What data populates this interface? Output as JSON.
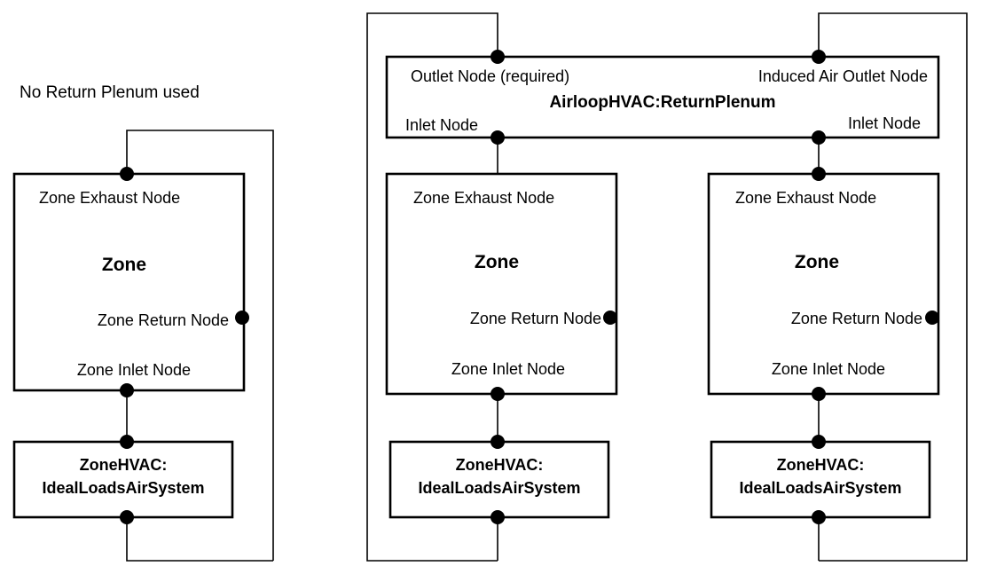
{
  "figure": {
    "title": "",
    "captions": {
      "left_diagram": "No Return Plenum used"
    }
  },
  "left_diagram": {
    "caption": "No Return Plenum used",
    "zone_box": {
      "title": "Zone",
      "ports": {
        "exhaust": "Zone Exhaust Node",
        "return": "Zone Return Node",
        "inlet": "Zone Inlet Node"
      }
    },
    "hvac_box": {
      "line1": "ZoneHVAC:",
      "line2": "IdealLoadsAirSystem"
    }
  },
  "right_diagram": {
    "plenum_box": {
      "title": "AirloopHVAC:ReturnPlenum",
      "ports": {
        "outlet": "Outlet Node (required)",
        "induced_outlet": "Induced Air Outlet Node",
        "inlet_left": "Inlet Node",
        "inlet_right": "Inlet Node"
      }
    },
    "zones": [
      {
        "title": "Zone",
        "ports": {
          "exhaust": "Zone Exhaust Node",
          "return": "Zone Return Node",
          "inlet": "Zone Inlet Node"
        },
        "hvac": {
          "line1": "ZoneHVAC:",
          "line2": "IdealLoadsAirSystem"
        }
      },
      {
        "title": "Zone",
        "ports": {
          "exhaust": "Zone Exhaust Node",
          "return": "Zone Return Node",
          "inlet": "Zone Inlet Node"
        },
        "hvac": {
          "line1": "ZoneHVAC:",
          "line2": "IdealLoadsAirSystem"
        }
      }
    ]
  },
  "colors": {
    "stroke": "#000000",
    "fill": "#ffffff",
    "node": "#000000"
  }
}
